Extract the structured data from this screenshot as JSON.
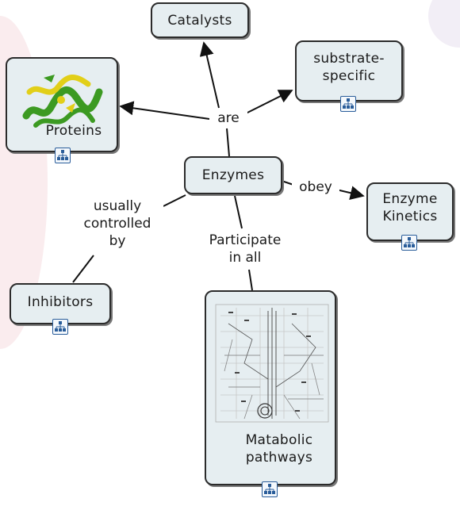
{
  "concept_map": {
    "nodes": {
      "enzymes": "Enzymes",
      "catalysts": "Catalysts",
      "substrate_specific": "substrate-\nspecific",
      "proteins": "Proteins",
      "enzyme_kinetics": "Enzyme\nKinetics",
      "inhibitors": "Inhibitors",
      "metabolic_pathways": "Matabolic\npathways"
    },
    "links": {
      "are": "are",
      "obey": "obey",
      "usually_controlled_by": "usually\ncontrolled\nby",
      "participate_in_all": "Participate\nin all"
    }
  },
  "icons": {
    "submap": "submap-icon",
    "protein_image": "protein-ribbon-image",
    "pathway_image": "metabolic-pathway-image"
  },
  "colors": {
    "node_fill": "#e6eef1",
    "node_border": "#2b2b2b",
    "icon_blue": "#2a5d9a",
    "protein_green": "#3c9a22",
    "protein_yellow": "#e2cf18"
  }
}
